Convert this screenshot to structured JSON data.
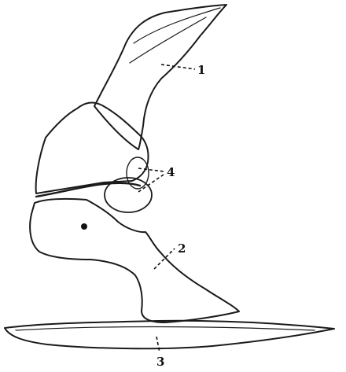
{
  "labels": {
    "l1": "1",
    "l2": "2",
    "l3": "3",
    "l4": "4"
  },
  "colors": {
    "ink": "#1a1a1a",
    "background": "#ffffff"
  }
}
